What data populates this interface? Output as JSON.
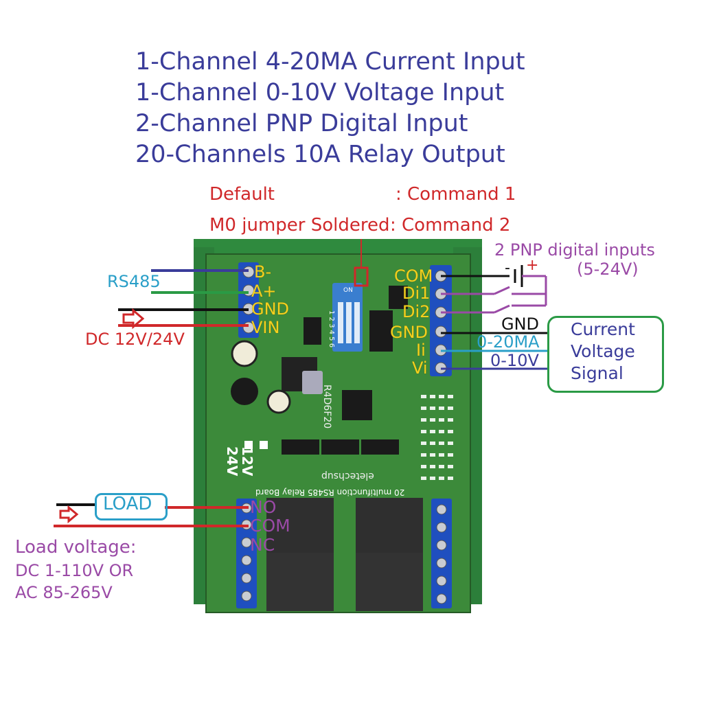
{
  "titles": [
    "1-Channel 4-20MA Current Input",
    "1-Channel 0-10V Voltage Input",
    "2-Channel PNP Digital Input",
    "20-Channels 10A Relay Output"
  ],
  "jumper": {
    "default_label": "Default",
    "default_value": ": Command 1",
    "soldered_label": "M0 jumper Soldered",
    "soldered_value": ": Command 2"
  },
  "left_terminal": {
    "pins": [
      "B-",
      "A+",
      "GND",
      "VIN"
    ],
    "rs485": "RS485",
    "power": "DC 12V/24V"
  },
  "digital_inputs": {
    "title_line1": "2 PNP digital inputs",
    "title_line2": "(5-24V)",
    "minus": "-",
    "plus": "+"
  },
  "right_terminal": {
    "pins": [
      "COM",
      "Di1",
      "Di2",
      "GND",
      "Ii",
      "Vi"
    ],
    "gnd_label": "GND",
    "current_label": "0-20MA",
    "voltage_label": "0-10V"
  },
  "signal_box": [
    "Current",
    "Voltage",
    "Signal"
  ],
  "relay_terminal": {
    "pins": [
      "NO",
      "COM",
      "NC"
    ],
    "load": "LOAD",
    "load_voltage_title": "Load voltage:",
    "load_voltage_line1": "DC 1-110V OR",
    "load_voltage_line2": "AC 85-265V"
  },
  "board_silk": {
    "model": "R4D6F20",
    "brand": "eletechsup",
    "v12": "12V",
    "v24": "24V",
    "dip": "1 2 3 4 5 6",
    "dip_on": "ON",
    "bottom": "20 multifunction RS485 Relay Board"
  },
  "colors": {
    "title": "#3a3c9a",
    "red": "#d0282a",
    "cyan": "#2a9fc8",
    "purple": "#9a4aa6",
    "green": "#2a9a45",
    "yellow": "#f4d01e",
    "pcb": "#3c8a3a",
    "case": "#2f8a3e",
    "terminal": "#1f4fbf"
  }
}
